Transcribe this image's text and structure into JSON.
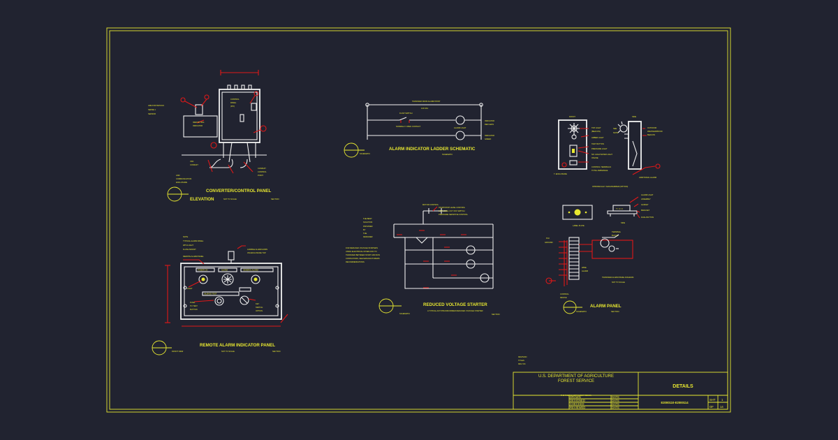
{
  "drawing": {
    "titles": {
      "converter_panel": "CONVERTER/CONTROL PANEL",
      "elevation": "ELEVATION",
      "ladder": "ALARM INDICATOR LADDER SCHEMATIC",
      "remote_panel": "REMOTE ALARM INDICATOR PANEL",
      "starter": "REDUCED VOLTAGE STARTER",
      "alarm_panel": "ALARM PANEL"
    },
    "title_block": {
      "agency_line1": "U.S. DEPARTMENT OF AGRICULTURE",
      "agency_line2": "FOREST SERVICE",
      "region": "THE PACIFIC NORTHWEST REGION",
      "sheet_title": "DETAILS",
      "drawing_number": "E2000110-E2000114",
      "rows": [
        "DRAWN",
        "DESIGNED",
        "CHECKED",
        "REVIEWED"
      ],
      "date_label": "DATE",
      "sheet_label": "SHT",
      "sheet_value": "1",
      "of_label": "OF",
      "of_value": "14"
    },
    "colors": {
      "background": "#212330",
      "border": "#e8e830",
      "linework": "#f2f2f2",
      "markup": "#e01818"
    }
  }
}
